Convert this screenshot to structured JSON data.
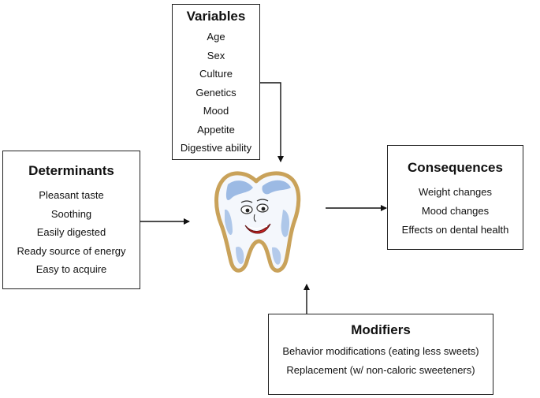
{
  "variables": {
    "title": "Variables",
    "items": [
      "Age",
      "Sex",
      "Culture",
      "Genetics",
      "Mood",
      "Appetite",
      "Digestive ability"
    ]
  },
  "determinants": {
    "title": "Determinants",
    "items": [
      "Pleasant taste",
      "Soothing",
      "Easily digested",
      "Ready source of energy",
      "Easy to acquire"
    ]
  },
  "consequences": {
    "title": "Consequences",
    "items": [
      "Weight changes",
      "Mood changes",
      "Effects on dental health"
    ]
  },
  "modifiers": {
    "title": "Modifiers",
    "items": [
      "Behavior modifications (eating less sweets)",
      "Replacement (w/ non-caloric sweeteners)"
    ]
  },
  "illustration": {
    "subject": "smiling-tooth",
    "colors": {
      "outline": "#c9a25a",
      "shading": "#7fa6dc",
      "body": "#f4f7fc",
      "mouth": "#cc2222"
    }
  },
  "colors": {
    "border": "#222222",
    "arrow": "#111111",
    "text": "#111111"
  }
}
